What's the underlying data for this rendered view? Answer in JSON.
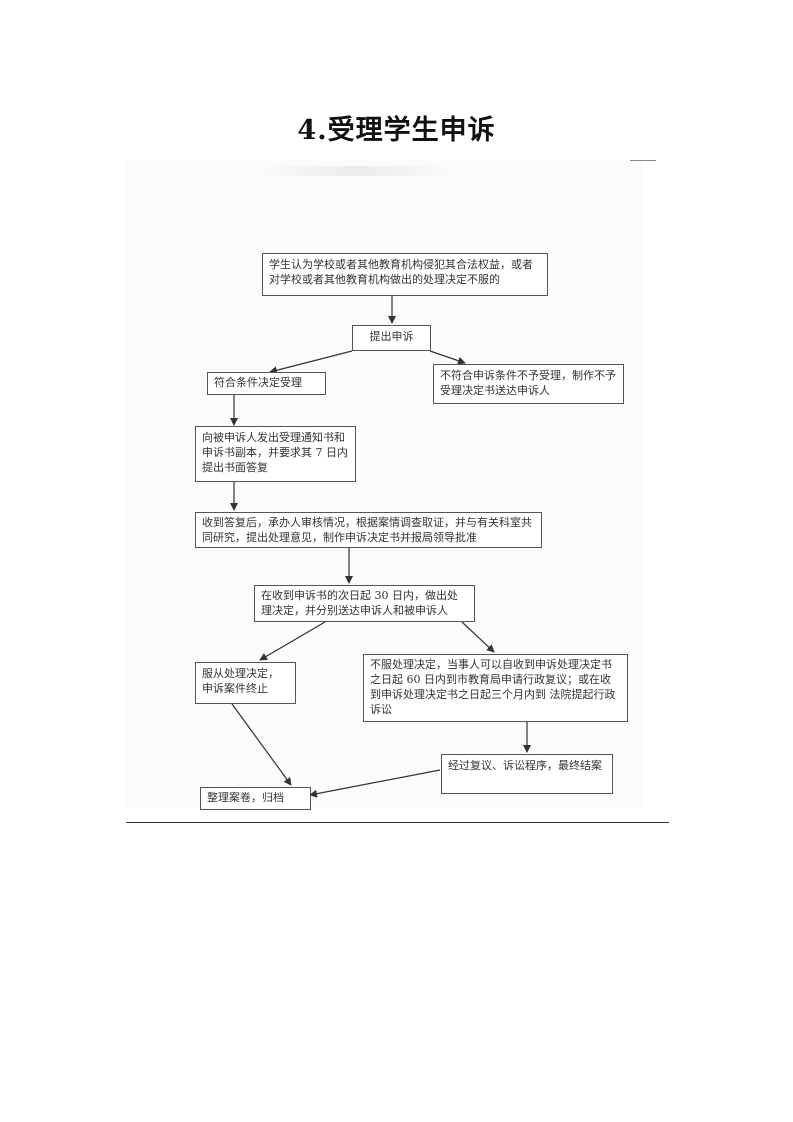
{
  "page": {
    "title": "4.受理学生申诉"
  },
  "flow": {
    "nodes": {
      "start_box": "学生认为学校或者其他教育机构侵犯其合法权益，或者对学校或者其他教育机构做出的处理决定不服的",
      "submit_box": "提出申诉",
      "accept_box": "符合条件决定受理",
      "reject_box": "不符合申诉条件不予受理，制作不予受理决定书送达申诉人",
      "notify_box": "向被申诉人发出受理通知书和申诉书副本，并要求其 7 日内提出书面答复",
      "review_box": "收到答复后，承办人审核情况，根据案情调查取证，并与有关科室共同研究，提出处理意见，制作申诉决定书并报局领导批准",
      "decision_box": "在收到申诉书的次日起 30 日内，做出处理决定，并分别送达申诉人和被申诉人",
      "comply_box": "服从处理决定，申诉案件终止",
      "disagree_box": "不服处理决定，当事人可以自收到申诉处理决定书之日起 60 日内到市教育局申请行政复议；或在收到申诉处理决定书之日起三个月内到               法院提起行政诉讼",
      "final_box": "经过复议、诉讼程序，最终结案",
      "archive_box": "整理案卷，归档"
    }
  }
}
